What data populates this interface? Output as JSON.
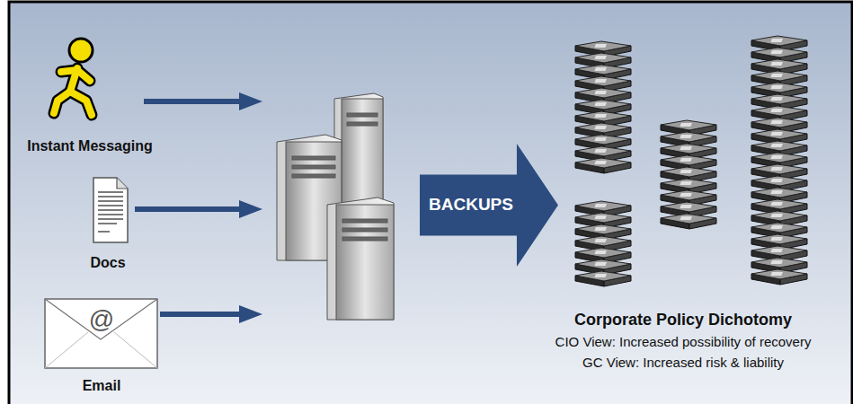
{
  "diagram": {
    "nodes": [
      {
        "text": [
          "BACKUPS"
        ]
      }
    ],
    "labels": [
      "Instant Messaging",
      "Docs",
      "@",
      "Email",
      "Corporate Policy Dichotomy",
      "CIO View: Increased possibility of recovery",
      "GC View: Increased risk & liability"
    ]
  }
}
